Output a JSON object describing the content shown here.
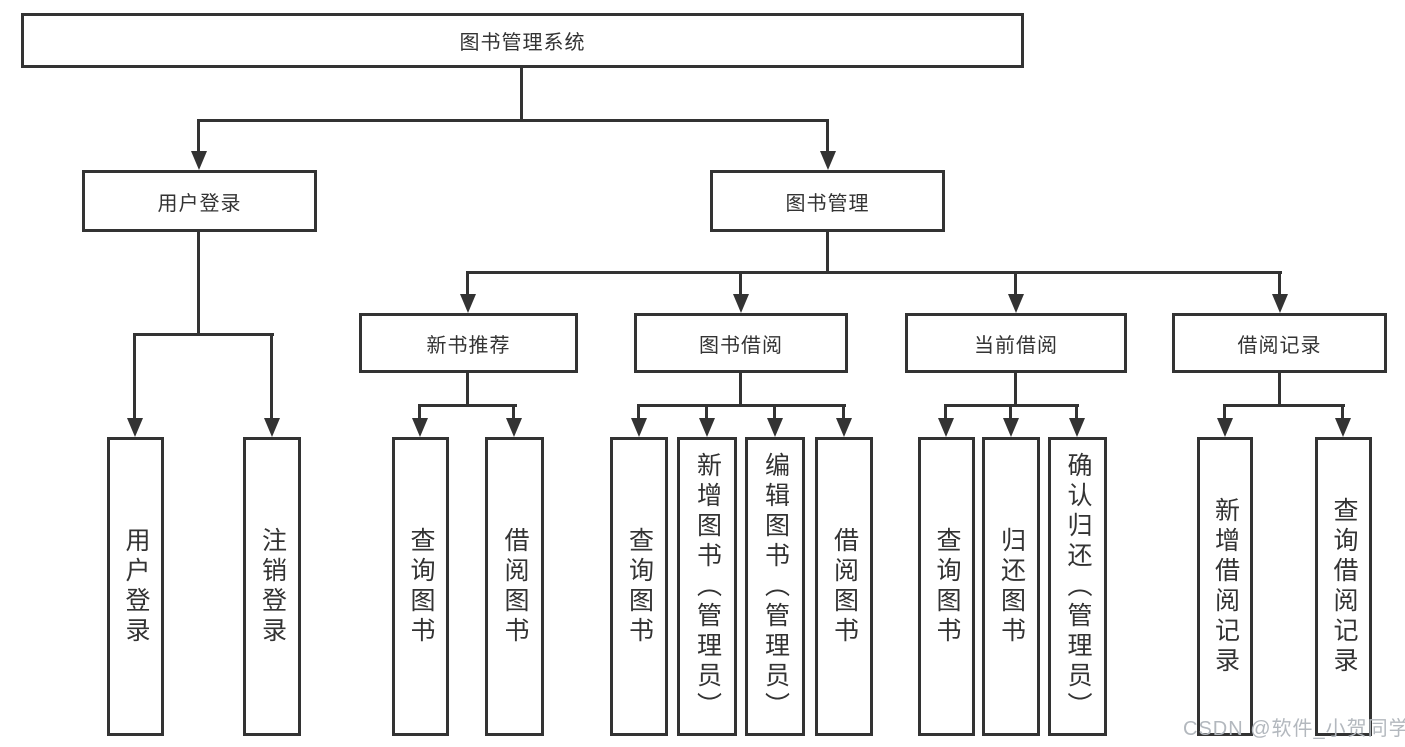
{
  "colors": {
    "background": "#ffffff",
    "box_border": "#333333",
    "connector": "#333333",
    "label_text": "#333333",
    "watermark_text": "#b3b8be"
  },
  "tree": {
    "root": {
      "label": "图书管理系统"
    },
    "branches": [
      {
        "label": "用户登录",
        "children": [
          {
            "label": "用户登录"
          },
          {
            "label": "注销登录"
          }
        ]
      },
      {
        "label": "图书管理",
        "groups": [
          {
            "label": "新书推荐",
            "children": [
              {
                "label": "查询图书"
              },
              {
                "label": "借阅图书"
              }
            ]
          },
          {
            "label": "图书借阅",
            "children": [
              {
                "label": "查询图书"
              },
              {
                "label": "新增图书（管理员）"
              },
              {
                "label": "编辑图书（管理员）"
              },
              {
                "label": "借阅图书"
              }
            ]
          },
          {
            "label": "当前借阅",
            "children": [
              {
                "label": "查询图书"
              },
              {
                "label": "归还图书"
              },
              {
                "label": "确认归还（管理员）"
              }
            ]
          },
          {
            "label": "借阅记录",
            "children": [
              {
                "label": "新增借阅记录"
              },
              {
                "label": "查询借阅记录"
              }
            ]
          }
        ]
      }
    ]
  },
  "watermark": {
    "text": "CSDN @软件_小贺同学"
  }
}
